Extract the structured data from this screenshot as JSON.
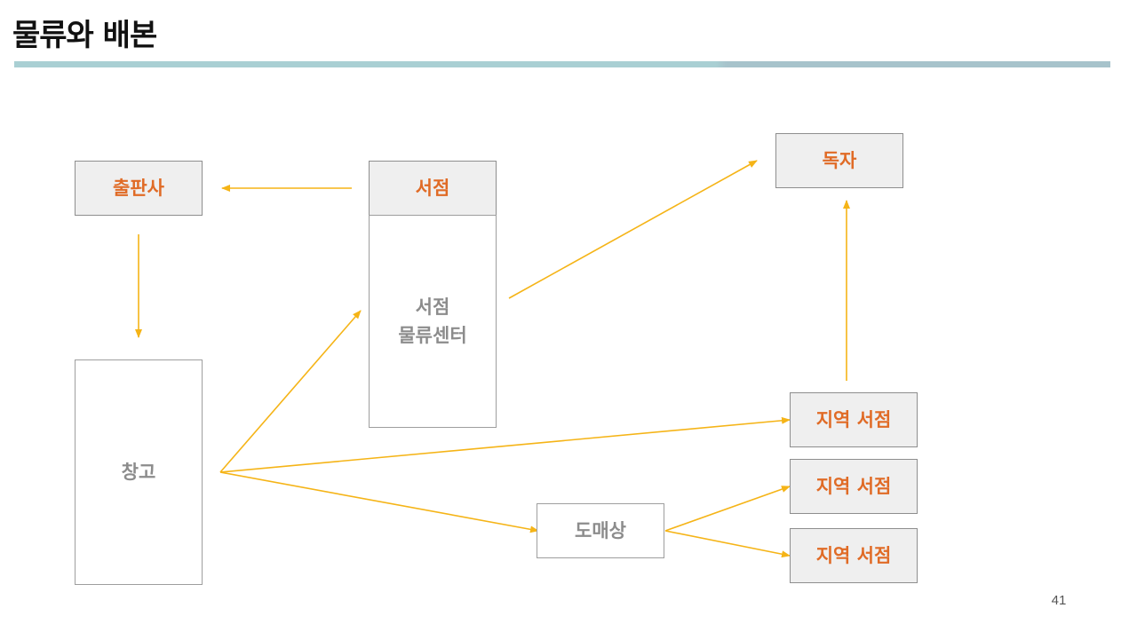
{
  "slide": {
    "title": "물류와 배본",
    "page_number": "41"
  },
  "diagram": {
    "nodes": {
      "publisher": "출판사",
      "bookstore": "서점",
      "bookstore_logistics_line1": "서점",
      "bookstore_logistics_line2": "물류센터",
      "reader": "독자",
      "warehouse": "창고",
      "wholesaler": "도매상",
      "local_bookstore_1": "지역 서점",
      "local_bookstore_2": "지역 서점",
      "local_bookstore_3": "지역 서점"
    },
    "colors": {
      "arrow": "#f5b417",
      "highlight_text": "#e06b26",
      "muted_text": "#8c8c8c",
      "box_fill": "#efefef"
    }
  }
}
